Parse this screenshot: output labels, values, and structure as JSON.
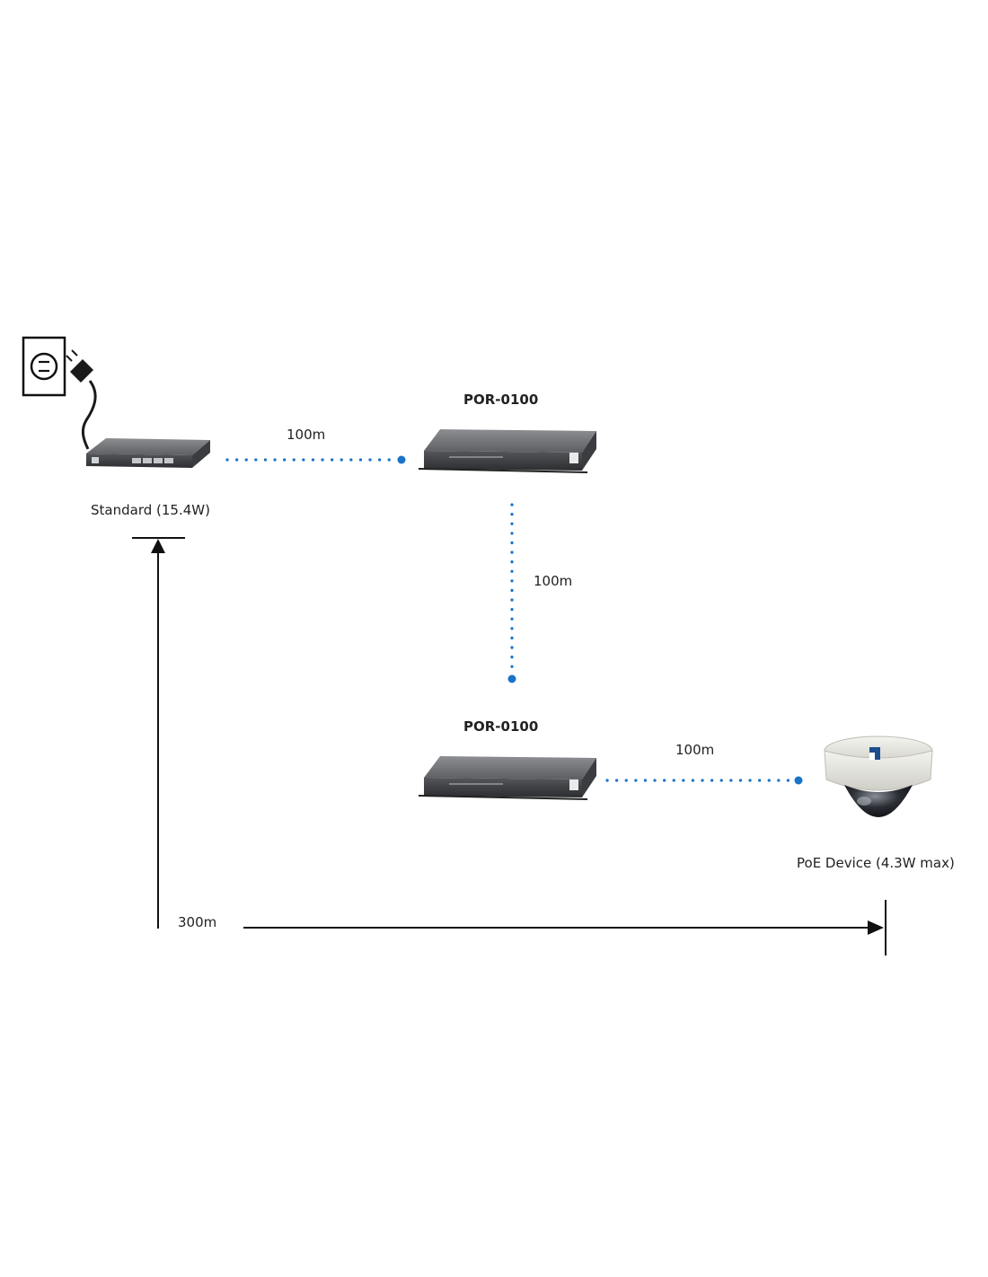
{
  "nodes": {
    "switch": {
      "label": "Standard (15.4W)"
    },
    "repeater_1": {
      "label": "POR-0100"
    },
    "repeater_2": {
      "label": "POR-0100"
    },
    "camera": {
      "label": "PoE Device (4.3W max)"
    }
  },
  "links": {
    "switch_to_repeater_1": {
      "label": "100m"
    },
    "repeater_1_to_repeater_2": {
      "label": "100m"
    },
    "repeater_2_to_camera": {
      "label": "100m"
    }
  },
  "total_distance": {
    "label": "300m"
  },
  "colors": {
    "link_dots": "#1a73c8",
    "device_gray": "#4a4b4f",
    "camera_body": "#e8e8e2"
  },
  "icons": [
    "power-outlet-icon",
    "power-plug-icon",
    "poe-switch-icon",
    "poe-repeater-icon",
    "dome-camera-icon"
  ]
}
